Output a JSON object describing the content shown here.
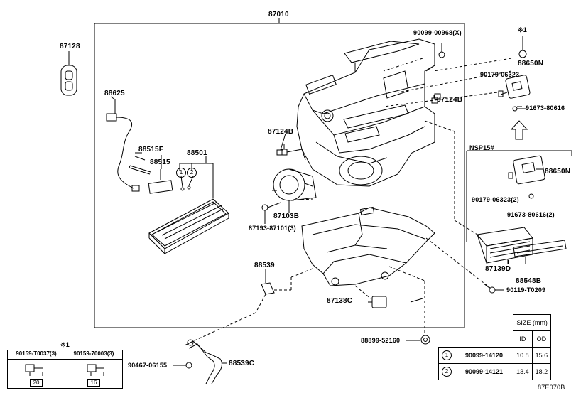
{
  "parts": {
    "p87010": "87010",
    "p87128": "87128",
    "p88625": "88625",
    "p88515F": "88515F",
    "p88501": "88501",
    "p88515": "88515",
    "p90099_00968": "90099-00968(X)",
    "p87124B_a": "87124B",
    "p87124B_b": "87124B",
    "p87103B": "87103B",
    "p87193": "87193-87101(3)",
    "p88539": "88539",
    "p87138C": "87138C",
    "p88899": "88899-52160",
    "p90467": "90467-06155",
    "p88539C": "88539C",
    "p88650N_a": "88650N",
    "p90179_a": "90179-06323",
    "p91673_a": "91673-80616",
    "nsp": "NSP15#",
    "p88650N_b": "88650N",
    "p90179_b": "90179-06323(2)",
    "p91673_b": "91673-80616(2)",
    "p87139D": "87139D",
    "p88548B": "88548B",
    "p90119": "90119-T0209",
    "note1": "※1",
    "note2": "※1"
  },
  "circle_marks": {
    "one": "1",
    "two": "2"
  },
  "size_table": {
    "header": "SIZE (mm)",
    "col_id": "ID",
    "col_od": "OD",
    "rows": [
      {
        "mark": "1",
        "part": "90099-14120",
        "id": "10.8",
        "od": "15.6"
      },
      {
        "mark": "2",
        "part": "90099-14121",
        "id": "13.4",
        "od": "18.2"
      }
    ]
  },
  "bolt_table": {
    "col1": "90159-T0037(3)",
    "col2": "90159-70003(3)",
    "len1": "20",
    "len2": "16"
  },
  "figure_code": "87E070B"
}
